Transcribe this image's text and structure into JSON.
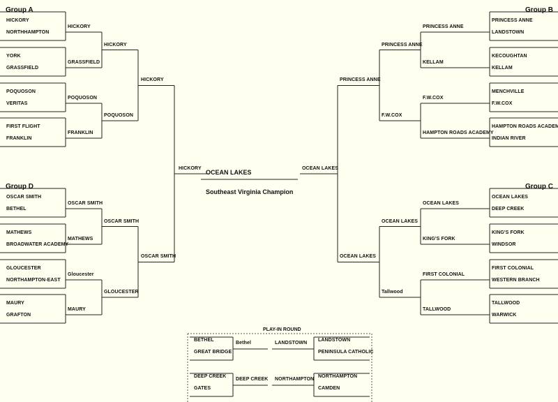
{
  "groups": {
    "a": "Group A",
    "b": "Group B",
    "c": "Group C",
    "d": "Group D"
  },
  "champion": {
    "name": "OCEAN LAKES",
    "title": "Southeast Virginia Champion"
  },
  "play_in": {
    "title": "PLAY-IN ROUND"
  },
  "left_final": "HICKORY",
  "center_final": "OCEAN LAKES",
  "group_a": {
    "r1": [
      "HICKORY",
      "NORTHHAMPTON",
      "YORK",
      "GRASSFIELD",
      "POQUOSON",
      "VERITAS",
      "FIRST FLIGHT",
      "FRANKLIN"
    ],
    "r2": [
      "HICKORY",
      "GRASSFIELD",
      "POQUOSON",
      "FRANKLIN"
    ],
    "r3": [
      "HICKORY",
      "POQUOSON"
    ],
    "r4": "HICKORY"
  },
  "group_d": {
    "r1": [
      "OSCAR SMITH",
      "BETHEL",
      "MATHEWS",
      "BROADWATER ACADEMY",
      "GLOUCESTER",
      "NORTHAMPTON-EAST",
      "MAURY",
      "GRAFTON"
    ],
    "r2": [
      "OSCAR SMITH",
      "MATHEWS",
      "Gloucester",
      "MAURY"
    ],
    "r3": [
      "OSCAR SMITH",
      "GLOUCESTER"
    ],
    "r4": "OSCAR SMITH"
  },
  "group_b": {
    "r1": [
      "PRINCESS ANNE",
      "LANDSTOWN",
      "KECOUGHTAN",
      "KELLAM",
      "MENCHVILLE",
      "F.W.COX",
      "HAMPTON ROADS ACADEMY",
      "INDIAN RIVER"
    ],
    "r2": [
      "PRINCESS ANNE",
      "KELLAM",
      "F.W.COX",
      "HAMPTON ROADS ACADEMY"
    ],
    "r3": [
      "PRINCESS ANNE",
      "F.W.COX"
    ],
    "r4": "PRINCESS ANNE"
  },
  "group_c": {
    "r1": [
      "OCEAN LAKES",
      "DEEP CREEK",
      "KING'S FORK",
      "WINDSOR",
      "FIRST COLONIAL",
      "WESTERN BRANCH",
      "TALLWOOD",
      "WARWICK"
    ],
    "r2": [
      "OCEAN LAKES",
      "KING'S FORK",
      "FIRST COLONIAL",
      "TALLWOOD"
    ],
    "r3": [
      "OCEAN LAKES",
      "Tallwood"
    ],
    "r4": "OCEAN LAKES"
  },
  "play_in_games": {
    "g1": {
      "teams": [
        "BETHEL",
        "GREAT BRIDGE"
      ],
      "winner": "Bethel"
    },
    "g2": {
      "teams": [
        "DEEP CREEK",
        "GATES"
      ],
      "winner": "DEEP CREEK"
    },
    "g3": {
      "teams": [
        "LANDSTOWN",
        "PENINSULA CATHOLIC"
      ],
      "winner": "LANDSTOWN"
    },
    "g4": {
      "teams": [
        "NORTHAMPTON",
        "CAMDEN"
      ],
      "winner": "NORTHAMPTON"
    }
  }
}
